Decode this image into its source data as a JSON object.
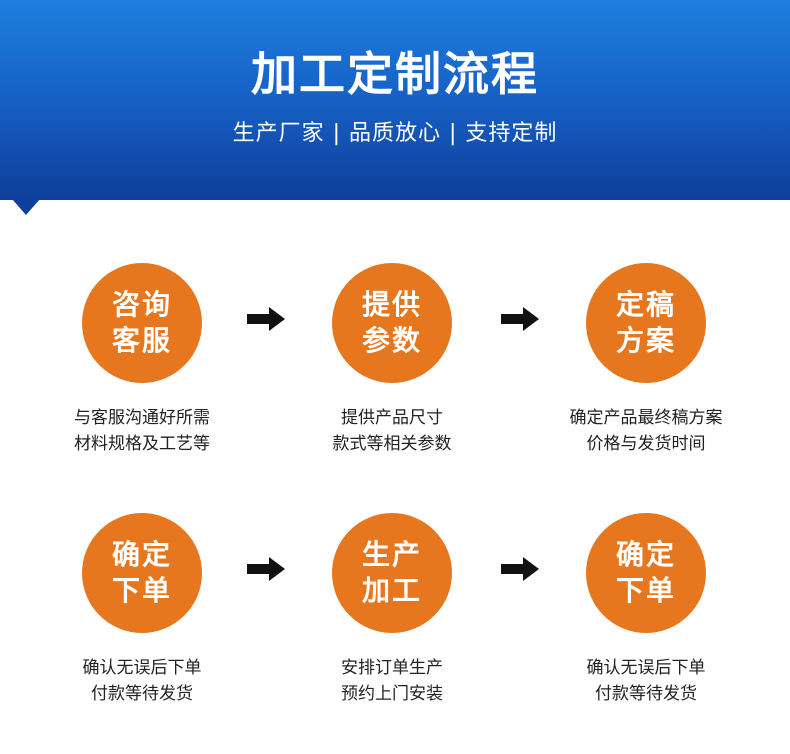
{
  "header": {
    "title": "加工定制流程",
    "subtitle": "生产厂家 | 品质放心 | 支持定制"
  },
  "colors": {
    "header_top": "#1f7fe0",
    "header_bottom": "#0f3f9c",
    "circle": "#e6771f",
    "arrow": "#111111"
  },
  "steps": [
    {
      "title_line1": "咨询",
      "title_line2": "客服",
      "desc_line1": "与客服沟通好所需",
      "desc_line2": "材料规格及工艺等"
    },
    {
      "title_line1": "提供",
      "title_line2": "参数",
      "desc_line1": "提供产品尺寸",
      "desc_line2": "款式等相关参数"
    },
    {
      "title_line1": "定稿",
      "title_line2": "方案",
      "desc_line1": "确定产品最终稿方案",
      "desc_line2": "价格与发货时间"
    },
    {
      "title_line1": "确定",
      "title_line2": "下单",
      "desc_line1": "确认无误后下单",
      "desc_line2": "付款等待发货"
    },
    {
      "title_line1": "生产",
      "title_line2": "加工",
      "desc_line1": "安排订单生产",
      "desc_line2": "预约上门安装"
    },
    {
      "title_line1": "确定",
      "title_line2": "下单",
      "desc_line1": "确认无误后下单",
      "desc_line2": "付款等待发货"
    }
  ],
  "arrow_icon": "right-arrow-icon"
}
